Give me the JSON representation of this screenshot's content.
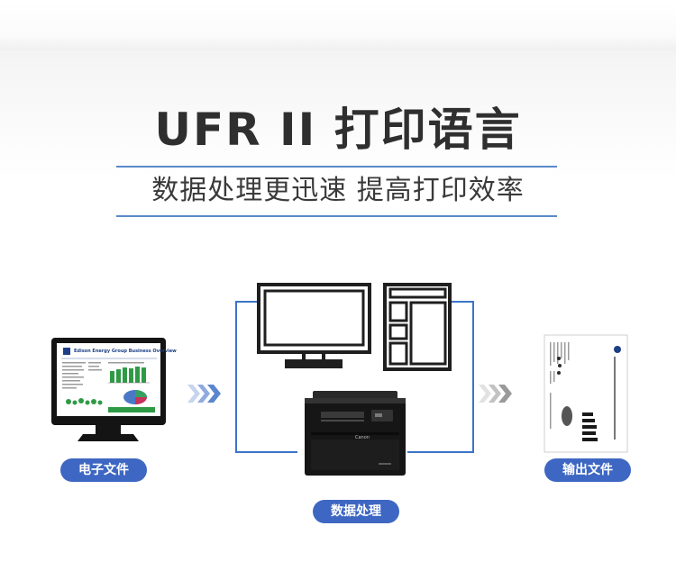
{
  "header": {
    "title": "UFR II 打印语言",
    "subtitle": "数据处理更迅速 提高打印效率"
  },
  "diagram": {
    "left_label": "电子文件",
    "center_label": "数据处理",
    "right_label": "输出文件",
    "document_heading": "Edison Energy Group Business Overview",
    "printer_brand": "Canon",
    "colors": {
      "accent_blue": "#3d67c2",
      "connector_blue": "#3a74c8",
      "chevron_left": "#5b86cf",
      "chevron_right": "#9a9a9a"
    }
  }
}
